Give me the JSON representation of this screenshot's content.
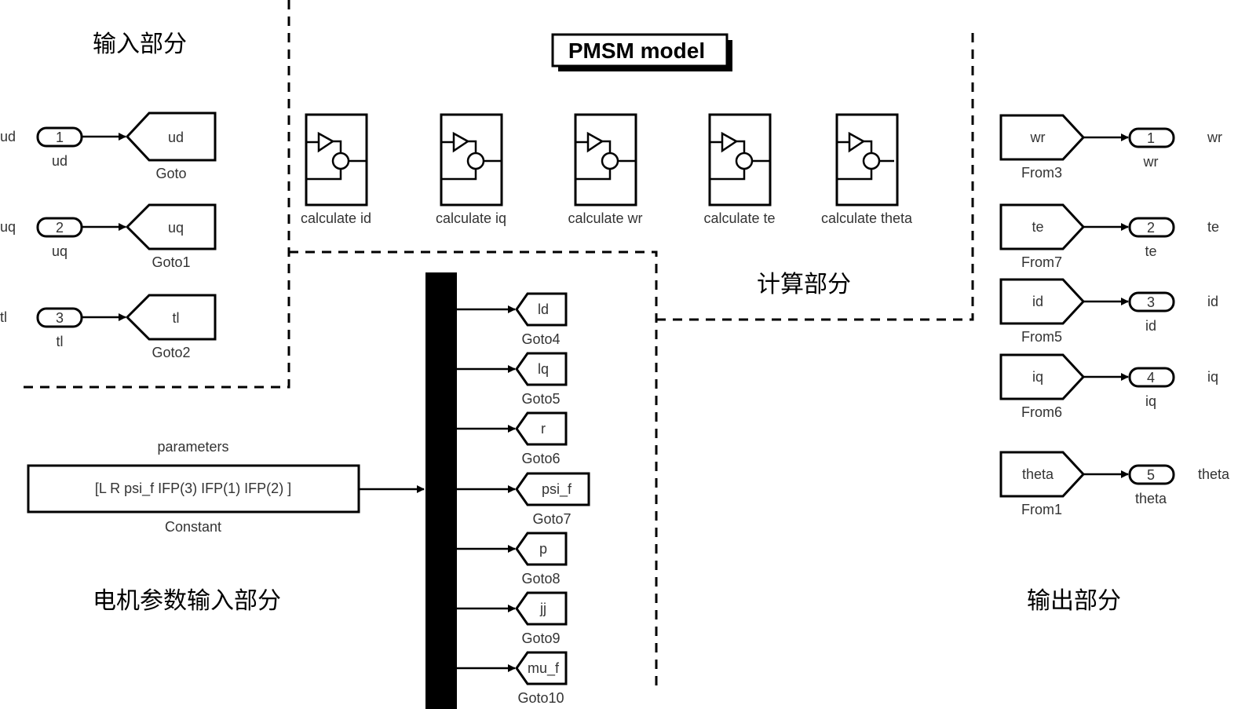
{
  "title": "PMSM model",
  "sections": {
    "input": "输入部分",
    "calc": "计算部分",
    "params": "电机参数输入部分",
    "output": "输出部分"
  },
  "inputs": [
    {
      "num": "1",
      "port_name": "ud",
      "outside_label": "ud",
      "goto_tag": "ud",
      "goto_name": "Goto"
    },
    {
      "num": "2",
      "port_name": "uq",
      "outside_label": "uq",
      "goto_tag": "uq",
      "goto_name": "Goto1"
    },
    {
      "num": "3",
      "port_name": "tl",
      "outside_label": "tl",
      "goto_tag": "tl",
      "goto_name": "Goto2"
    }
  ],
  "subsystems": [
    {
      "name": "calculate id"
    },
    {
      "name": "calculate iq"
    },
    {
      "name": "calculate wr"
    },
    {
      "name": "calculate te"
    },
    {
      "name": "calculate theta"
    }
  ],
  "constant": {
    "top_label": "parameters",
    "value": "[L R psi_f IFP(3) IFP(1) IFP(2) ]",
    "name": "Constant"
  },
  "demux_outputs": [
    {
      "tag": "ld",
      "name": "Goto4"
    },
    {
      "tag": "lq",
      "name": "Goto5"
    },
    {
      "tag": "r",
      "name": "Goto6"
    },
    {
      "tag": "psi_f",
      "name": "Goto7"
    },
    {
      "tag": "p",
      "name": "Goto8"
    },
    {
      "tag": "jj",
      "name": "Goto9"
    },
    {
      "tag": "mu_f",
      "name": "Goto10"
    }
  ],
  "outputs": [
    {
      "from_tag": "wr",
      "from_name": "From3",
      "num": "1",
      "port_name": "wr",
      "outside_label": "wr"
    },
    {
      "from_tag": "te",
      "from_name": "From7",
      "num": "2",
      "port_name": "te",
      "outside_label": "te"
    },
    {
      "from_tag": "id",
      "from_name": "From5",
      "num": "3",
      "port_name": "id",
      "outside_label": "id"
    },
    {
      "from_tag": "iq",
      "from_name": "From6",
      "num": "4",
      "port_name": "iq",
      "outside_label": "iq"
    },
    {
      "from_tag": "theta",
      "from_name": "From1",
      "num": "5",
      "port_name": "theta",
      "outside_label": "theta"
    }
  ]
}
